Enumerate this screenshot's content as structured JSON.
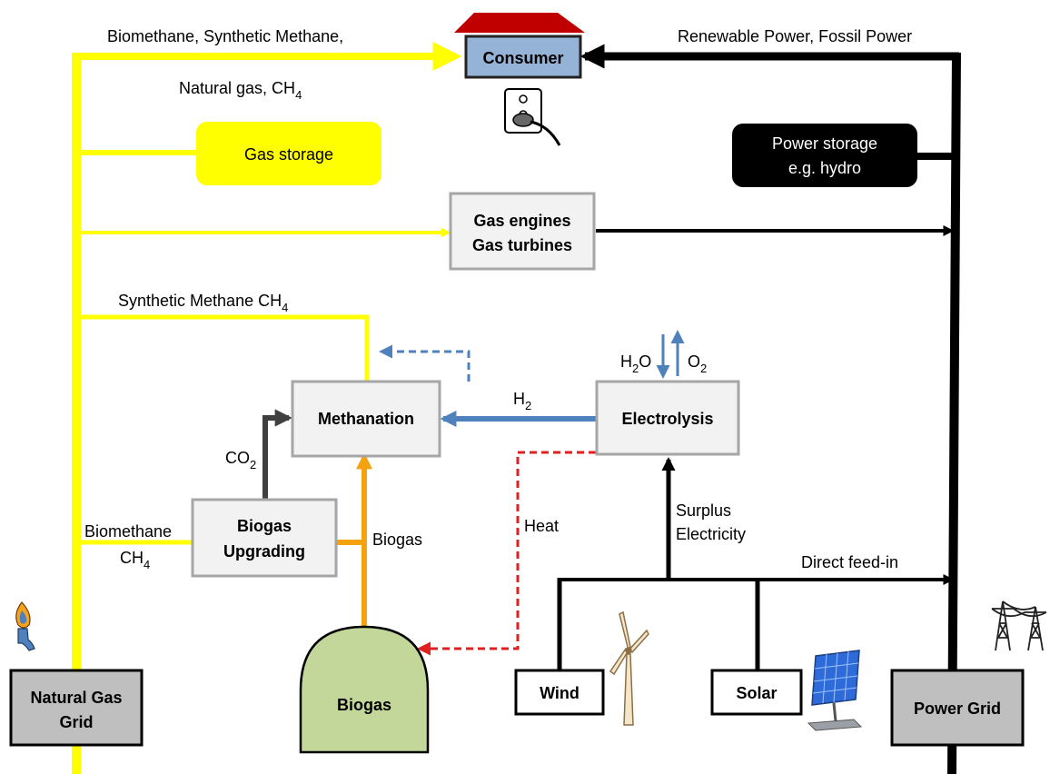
{
  "labels": {
    "top_gas": "Biomethane, Synthetic Methane,",
    "natural_gas": "Natural gas, CH",
    "natural_gas_sub": "4",
    "top_power": "Renewable Power, Fossil Power",
    "synthetic_methane": "Synthetic Methane CH",
    "synthetic_methane_sub": "4",
    "h2o": "H",
    "h2o_sub": "2",
    "h2o_end": "O",
    "o2": "O",
    "o2_sub": "2",
    "h2": "H",
    "h2_sub": "2",
    "co2": "CO",
    "co2_sub": "2",
    "biomethane": "Biomethane",
    "ch4": "CH",
    "ch4_sub": "4",
    "biogas_flow": "Biogas",
    "heat": "Heat",
    "surplus_1": "Surplus",
    "surplus_2": "Electricity",
    "direct_feed_in": "Direct feed-in"
  },
  "boxes": {
    "consumer": "Consumer",
    "gas_storage": "Gas storage",
    "power_storage_1": "Power storage",
    "power_storage_2": "e.g. hydro",
    "gas_engines_1": "Gas engines",
    "gas_engines_2": "Gas turbines",
    "methanation": "Methanation",
    "electrolysis": "Electrolysis",
    "biogas_upgrading_1": "Biogas",
    "biogas_upgrading_2": "Upgrading",
    "biogas": "Biogas",
    "wind": "Wind",
    "solar": "Solar",
    "natural_gas_grid_1": "Natural Gas",
    "natural_gas_grid_2": "Grid",
    "power_grid": "Power Grid"
  },
  "colors": {
    "gas": "#ffff00",
    "power": "#000000",
    "hydrogen": "#4f81bd",
    "biogas": "#f4a20d",
    "heat": "#e02020",
    "box_fill": "#f2f2f2",
    "box_stroke": "#a6a6a6",
    "grid_fill": "#bfbfbf",
    "biogas_fill": "#c4d79b",
    "consumer_fill": "#95b3d7",
    "roof": "#c00000"
  }
}
